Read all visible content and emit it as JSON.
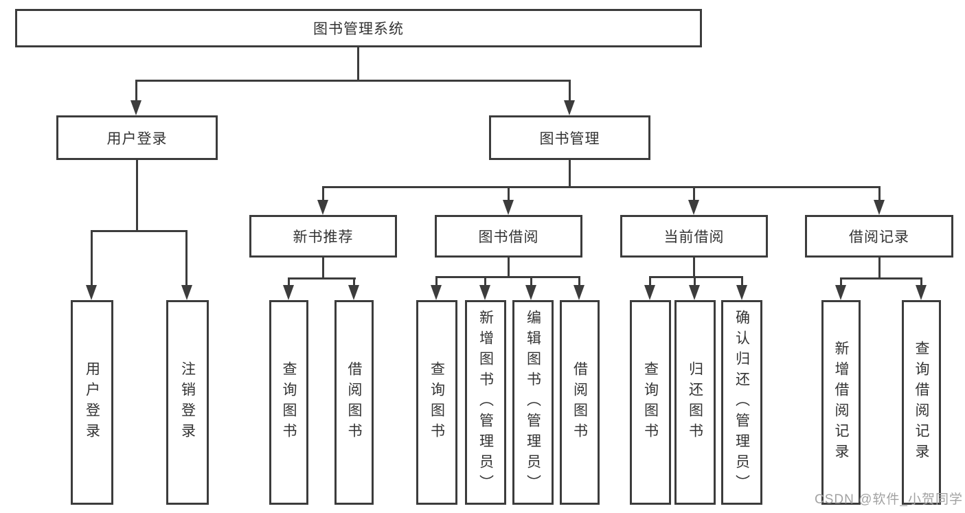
{
  "diagram": {
    "title": "图书管理系统",
    "root": "图书管理系统",
    "level2": {
      "user_login": "用户登录",
      "book_management": "图书管理"
    },
    "user_login_children": {
      "login": "用户登录",
      "logout": "注销登录"
    },
    "book_management_children": {
      "new_book": "新书推荐",
      "borrow": "图书借阅",
      "current": "当前借阅",
      "record": "借阅记录"
    },
    "new_book_children": {
      "query": "查询图书",
      "borrow": "借阅图书"
    },
    "borrow_children": {
      "query": "查询图书",
      "add": "新增图书（管理员）",
      "edit": "编辑图书（管理员）",
      "borrow": "借阅图书"
    },
    "current_children": {
      "query": "查询图书",
      "return": "归还图书",
      "confirm": "确认归还（管理员）"
    },
    "record_children": {
      "add": "新增借阅记录",
      "query": "查询借阅记录"
    },
    "colors": {
      "line": "#3c3c3c",
      "box_border": "#3c3c3c",
      "box_fill": "#ffffff",
      "text": "#333333",
      "background": "#ffffff"
    }
  },
  "watermark": {
    "text": "CSDN @软件_小贺同学",
    "color": "#a2a2a2"
  }
}
